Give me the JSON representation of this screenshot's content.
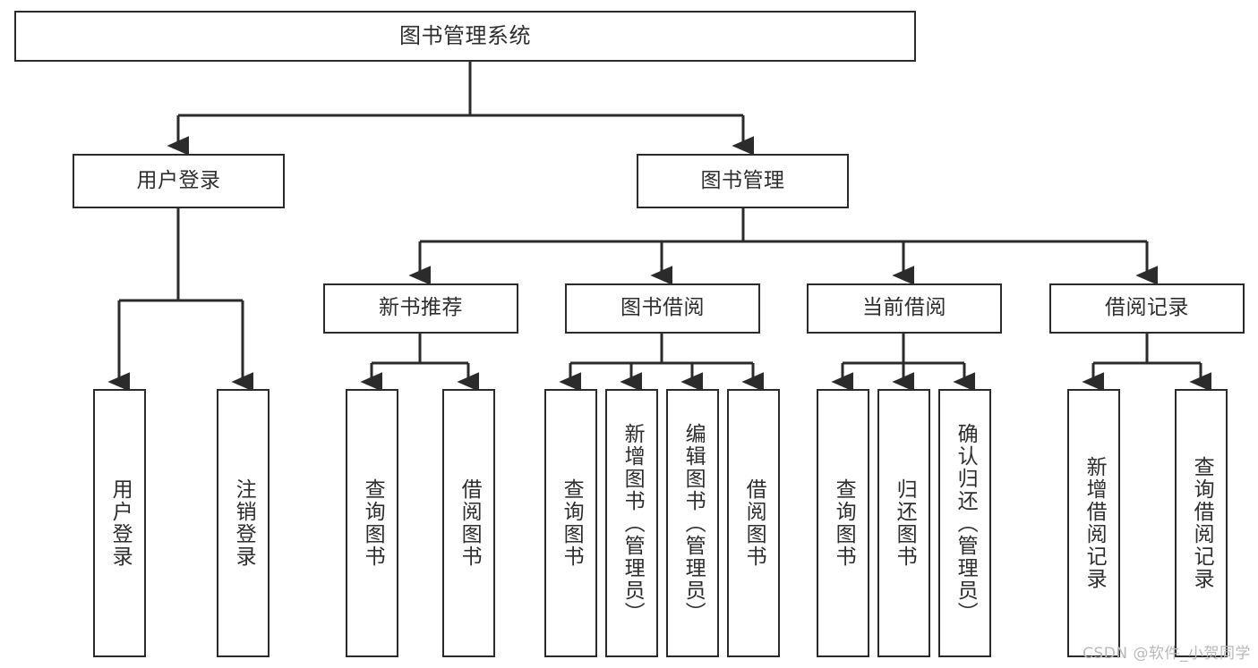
{
  "diagram": {
    "title": "图书管理系统",
    "type": "tree-hierarchy",
    "watermark": "CSDN @软件_小贺同学",
    "colors": {
      "background": "#ffffff",
      "box_border": "#2b2b2b",
      "box_fill": "#ffffff",
      "text": "#2e2e2e",
      "connector": "#2b2b2b",
      "watermark_text": "#b9b9b9"
    },
    "root": {
      "label": "图书管理系统"
    },
    "level1": [
      {
        "label": "用户登录"
      },
      {
        "label": "图书管理"
      }
    ],
    "level2": [
      {
        "label": "新书推荐"
      },
      {
        "label": "图书借阅"
      },
      {
        "label": "当前借阅"
      },
      {
        "label": "借阅记录"
      }
    ],
    "leaves_user_login": [
      {
        "label": "用户登录"
      },
      {
        "label": "注销登录"
      }
    ],
    "leaves_new_books": [
      {
        "label": "查询图书"
      },
      {
        "label": "借阅图书"
      }
    ],
    "leaves_borrow": [
      {
        "label": "查询图书"
      },
      {
        "label": "新增图书（管理员）"
      },
      {
        "label": "编辑图书（管理员）"
      },
      {
        "label": "借阅图书"
      }
    ],
    "leaves_current": [
      {
        "label": "查询图书"
      },
      {
        "label": "归还图书"
      },
      {
        "label": "确认归还（管理员）"
      }
    ],
    "leaves_records": [
      {
        "label": "新增借阅记录"
      },
      {
        "label": "查询借阅记录"
      }
    ]
  }
}
